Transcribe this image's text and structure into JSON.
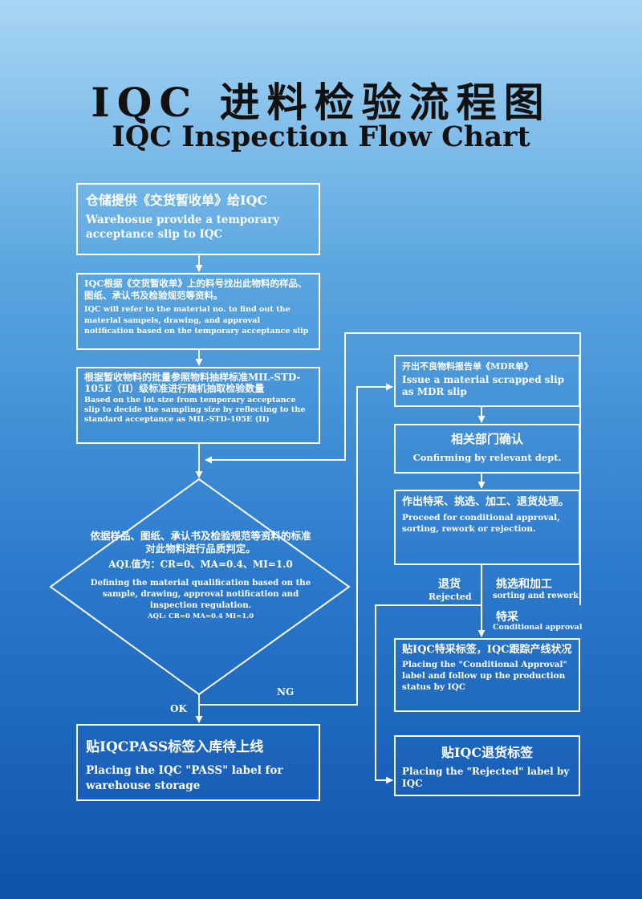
{
  "title": {
    "cn": "IQC 进料检验流程图",
    "en": "IQC Inspection Flow Chart"
  },
  "nodes": {
    "step1": {
      "cn": "仓储提供《交货暂收单》给IQC",
      "en": "Warehosue provide a temporary acceptance slip to IQC"
    },
    "step2": {
      "cn": "IQC根据《交货暂收单》上的料号找出此物料的样品、图纸、承认书及检验规范等资料。",
      "en": "IQC will refer to the material no. to find out the material sampels, drawing, and approval notification based on the temporary acceptance slip"
    },
    "step3": {
      "cn": "根据暂收物料的批量参照物料抽样标准MIL-STD-105E（Ⅱ）级标准进行随机抽取检验数量",
      "en": "Based on the lot size from temporary acceptance slip to decide the sampling size by reflecting to the standard acceptance as MIL-STD-105E (II)"
    },
    "decision": {
      "cn": "依据样品、图纸、承认书及检验规范等资料的标准对此物料进行品质判定。",
      "aql_cn": "AQL值为：CR=0、MA=0.4、MI=1.0",
      "en": "Defining the material qualification based on the sample, drawing, approval notification and inspection regulation.",
      "aql_en": "AQL: CR=0 MA=0.4 MI=1.0"
    },
    "pass": {
      "cn": "贴IQCPASS标签入库待上线",
      "en": "Placing the IQC \"PASS\" label for warehouse storage"
    },
    "mdr": {
      "cn": "开出不良物料报告单《MDR单》",
      "en": "Issue a material scrapped slip as MDR slip"
    },
    "confirm": {
      "cn": "相关部门确认",
      "en": "Confirming by relevant dept."
    },
    "proceed": {
      "cn": "作出特采、挑选、加工、退货处理。",
      "en": "Proceed for conditional approval, sorting, rework or rejection."
    },
    "conditional": {
      "cn": "贴IQC特采标签，IQC跟踪产线状况",
      "en": "Placing the \"Conditional Approval\" label and follow up the production status by IQC"
    },
    "rejected": {
      "cn": "贴IQC退货标签",
      "en": "Placing the \"Rejected\" label by IQC"
    }
  },
  "edge_labels": {
    "ok": "OK",
    "ng": "NG",
    "reject_cn": "退货",
    "reject_en": "Rejected",
    "sort_cn": "挑选和加工",
    "sort_en": "sorting and rework",
    "cond_cn": "特采",
    "cond_en": "Conditional approval"
  },
  "colors": {
    "background_top": "#a8d6f4",
    "background_bottom": "#0f52ac",
    "line": "#ffffff",
    "title": "#111111"
  }
}
